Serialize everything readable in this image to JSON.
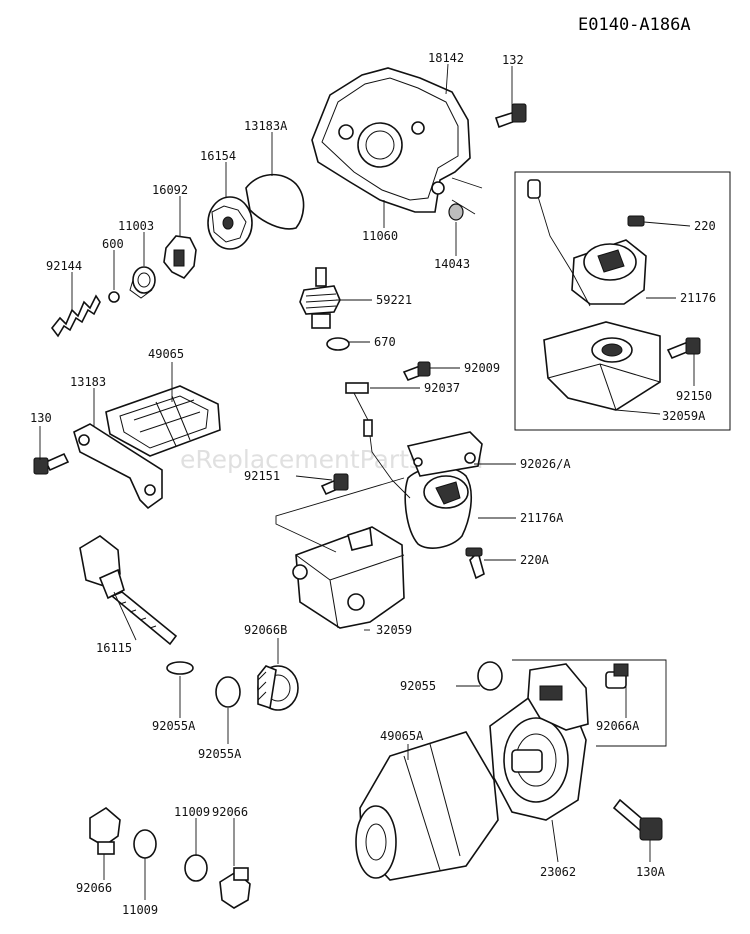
{
  "diagram_code": "E0140-A186A",
  "watermark": "eReplacementParts.com",
  "labels": {
    "p18142": "18142",
    "p132": "132",
    "p13183A": "13183A",
    "p16154": "16154",
    "p16092": "16092",
    "p11003": "11003",
    "p600": "600",
    "p92144": "92144",
    "p11060": "11060",
    "p14043": "14043",
    "p59221": "59221",
    "p670": "670",
    "p92009": "92009",
    "p92037": "92037",
    "p49065": "49065",
    "p13183": "13183",
    "p130": "130",
    "p92026A": "92026/A",
    "p92151": "92151",
    "p21176A": "21176A",
    "p220A": "220A",
    "p32059": "32059",
    "p16115": "16115",
    "p92066B": "92066B",
    "p92055": "92055",
    "p92066A": "92066A",
    "p49065A": "49065A",
    "p92055A": "92055A",
    "p92066": "92066",
    "p92066_b": "92066",
    "p11009_t": "11009",
    "p11009_b": "11009",
    "p23062": "23062",
    "p130A": "130A",
    "p220": "220",
    "p21176": "21176",
    "p92150": "92150",
    "p32059A": "32059A"
  }
}
